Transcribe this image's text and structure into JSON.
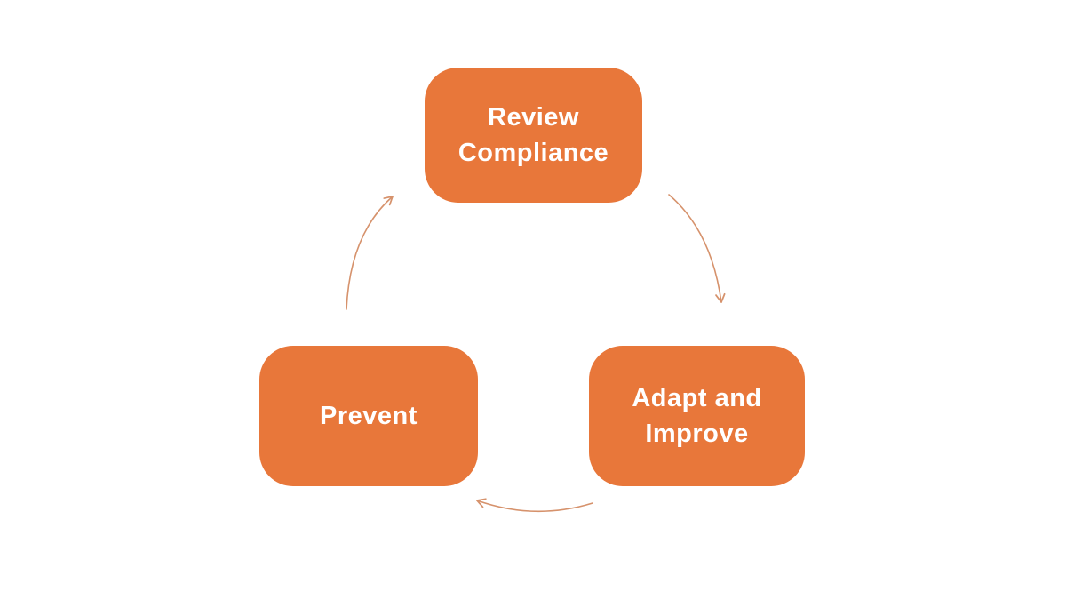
{
  "diagram": {
    "type": "cycle",
    "colors": {
      "background": "#FFFFFF",
      "node_fill": "#E8773A",
      "node_text": "#FFFFFF",
      "arrow": "#D6926C"
    },
    "nodes": [
      {
        "id": "review-compliance",
        "label": "Review Compliance"
      },
      {
        "id": "adapt-and-improve",
        "label": "Adapt and Improve"
      },
      {
        "id": "prevent",
        "label": "Prevent"
      }
    ],
    "edges": [
      {
        "from": "review-compliance",
        "to": "adapt-and-improve"
      },
      {
        "from": "adapt-and-improve",
        "to": "prevent"
      },
      {
        "from": "prevent",
        "to": "review-compliance"
      }
    ]
  }
}
